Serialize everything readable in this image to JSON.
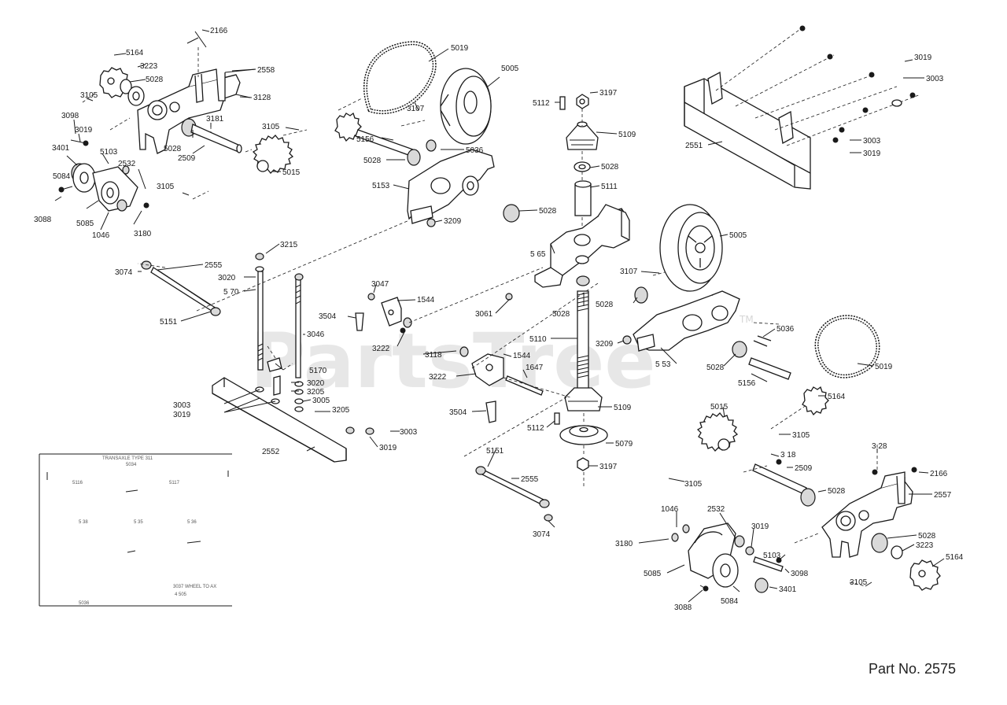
{
  "watermark": "PartsTree",
  "watermark_tm": "TM",
  "part_number_text": "Part  No. 2575",
  "labels": [
    "2166",
    "5164",
    "3223",
    "5028",
    "2558",
    "3105",
    "3128",
    "3098",
    "3019",
    "3181",
    "5028",
    "2509",
    "3401",
    "5103",
    "2532",
    "5084",
    "5015",
    "3105",
    "3088",
    "5085",
    "1046",
    "3180",
    "5019",
    "5005",
    "3107",
    "5112",
    "3197",
    "5109",
    "3105",
    "5156",
    "5036",
    "5028",
    "5028",
    "5111",
    "5153",
    "5028",
    "3209",
    "5005",
    "5 65",
    "3019",
    "3003",
    "3003",
    "3019",
    "2551",
    "3074",
    "2555",
    "3215",
    "3020",
    "5 70",
    "5151",
    "3047",
    "1544",
    "3504",
    "3046",
    "3061",
    "5028",
    "3107",
    "5028",
    "5036",
    "3222",
    "3118",
    "5110",
    "3209",
    "5019",
    "5 53",
    "5028",
    "5156",
    "5164",
    "1544",
    "1647",
    "3222",
    "5170",
    "3020",
    "3205",
    "3003",
    "3019",
    "3005",
    "3205",
    "3504",
    "5109",
    "5112",
    "3003",
    "2552",
    "3019",
    "5015",
    "5079",
    "3105",
    "3197",
    "3 28",
    "3 18",
    "2509",
    "3105",
    "2166",
    "5151",
    "2555",
    "5028",
    "2557",
    "3074",
    "1046",
    "2532",
    "3019",
    "5103",
    "3098",
    "3180",
    "5028",
    "3223",
    "5164",
    "5085",
    "3401",
    "3088",
    "5084",
    "3105"
  ],
  "inset": {
    "labels": [
      "TRANSAXLE  TYPE  311",
      "5034",
      "5116",
      "5117",
      "5 38",
      "5 35",
      "5 36",
      "3037  WHEEL  TO  AX",
      "4 505",
      "5036"
    ]
  }
}
